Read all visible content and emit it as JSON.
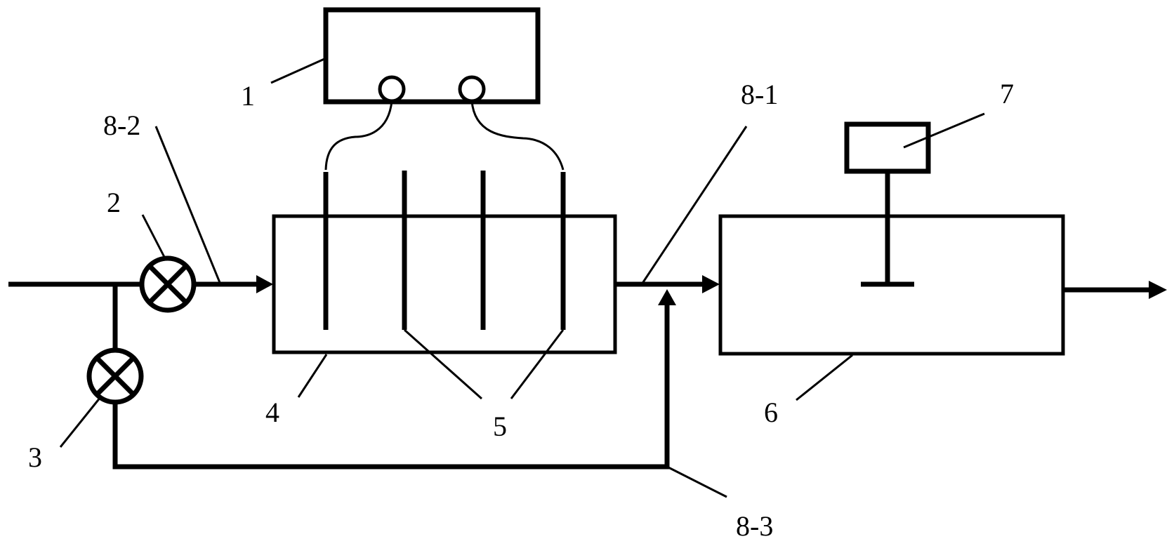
{
  "labels": {
    "power_supply": "1",
    "valve_main": "2",
    "valve_bypass": "3",
    "reactor": "4",
    "electrodes": "5",
    "tank": "6",
    "stirrer_motor": "7",
    "pipe_outlet": "8-1",
    "pipe_inlet": "8-2",
    "pipe_bypass": "8-3"
  }
}
